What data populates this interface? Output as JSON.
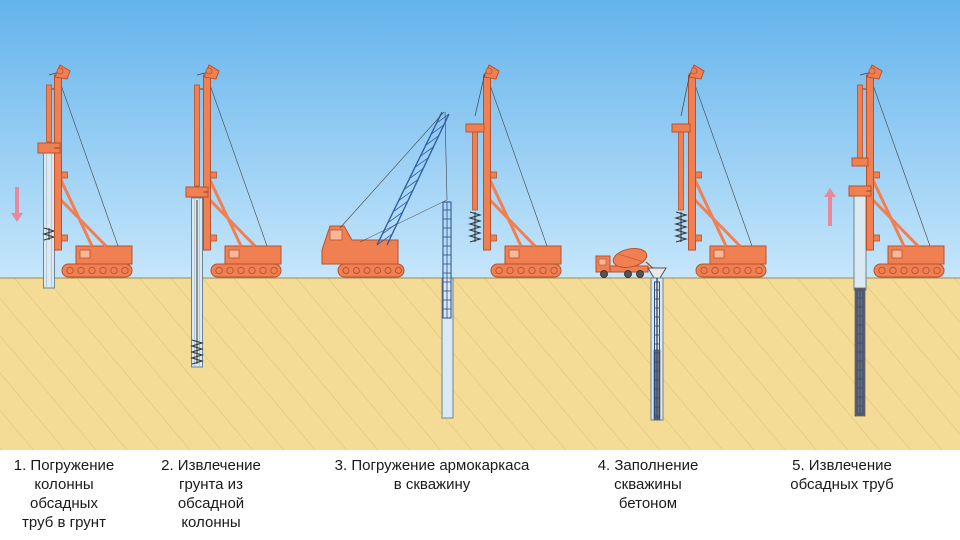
{
  "colors": {
    "sky_top": "#63b3ec",
    "sky_bottom": "#c6e6fb",
    "ground": "#f4dc96",
    "ground_hatch": "#dcc072",
    "machine": "#f07f52",
    "machine_dark": "#b8522c",
    "casing": "#dbe9f2",
    "cage": "#2c4a86",
    "concrete": "#6c6c6c",
    "arrow": "#e8889a"
  },
  "steps": [
    {
      "label": "1. Погружение\nколонны\nобсадных\nтруб в грунт"
    },
    {
      "label": "2. Извлечение\nгрунта из\nобсадной\nколонны"
    },
    {
      "label": "3. Погружение армокаркаса\nв скважину"
    },
    {
      "label": "4. Заполнение\nскважины\nбетоном"
    },
    {
      "label": "5. Извлечение\nобсадных труб"
    }
  ],
  "icons": {
    "down_arrow": "arrow-down-icon",
    "up_arrow": "arrow-up-icon"
  }
}
